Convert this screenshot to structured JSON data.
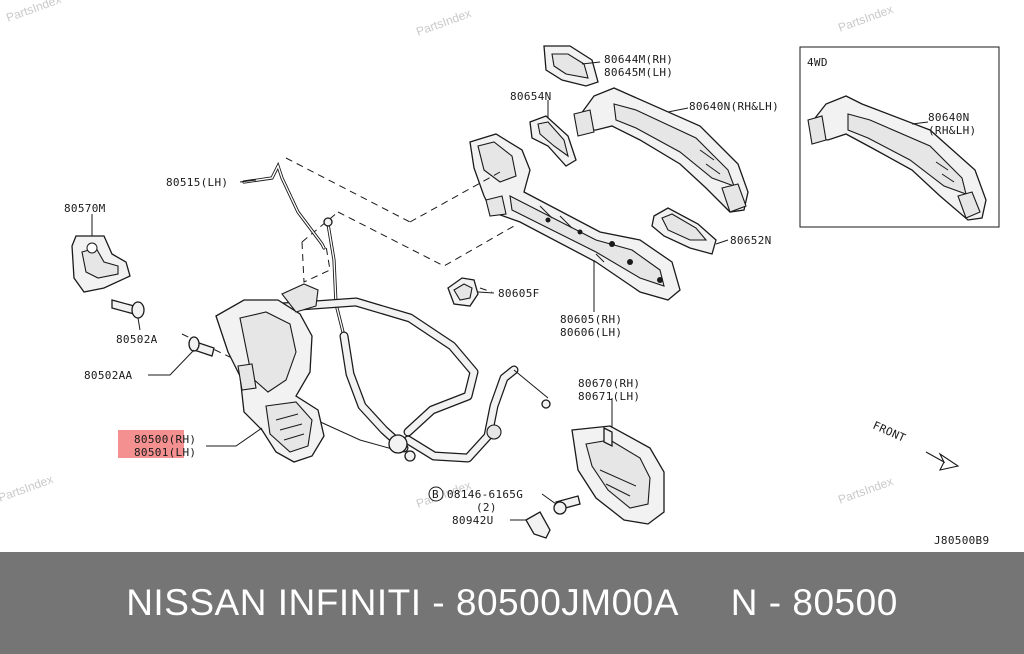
{
  "watermark": "PartsIndex",
  "inset_title": "4WD",
  "callouts": {
    "c80644": "80644M(RH)",
    "c80645": "80645M(LH)",
    "c80654": "80654N",
    "c80640": "80640N(RH&LH)",
    "c80640i_1": "80640N",
    "c80640i_2": "(RH&LH)",
    "c80515": "80515(LH)",
    "c80570": "80570M",
    "c80652": "80652N",
    "c80605f": "80605F",
    "c80502a": "80502A",
    "c80605": "80605(RH)",
    "c80606": "80606(LH)",
    "c80502aa": "80502AA",
    "c80670": "80670(RH)",
    "c80671": "80671(LH)",
    "c80500": "80500(RH)",
    "c80501": "80501(LH)",
    "c08146": "08146-6165G",
    "c08146q": "(2)",
    "c80942": "80942U",
    "bolt_mark": "B"
  },
  "front_label": "FRONT",
  "diagram_code": "J80500B9",
  "highlight_color": "#f27d7d",
  "footer": {
    "title": "NISSAN INFINITI - 80500JM00A     N - 80500"
  }
}
